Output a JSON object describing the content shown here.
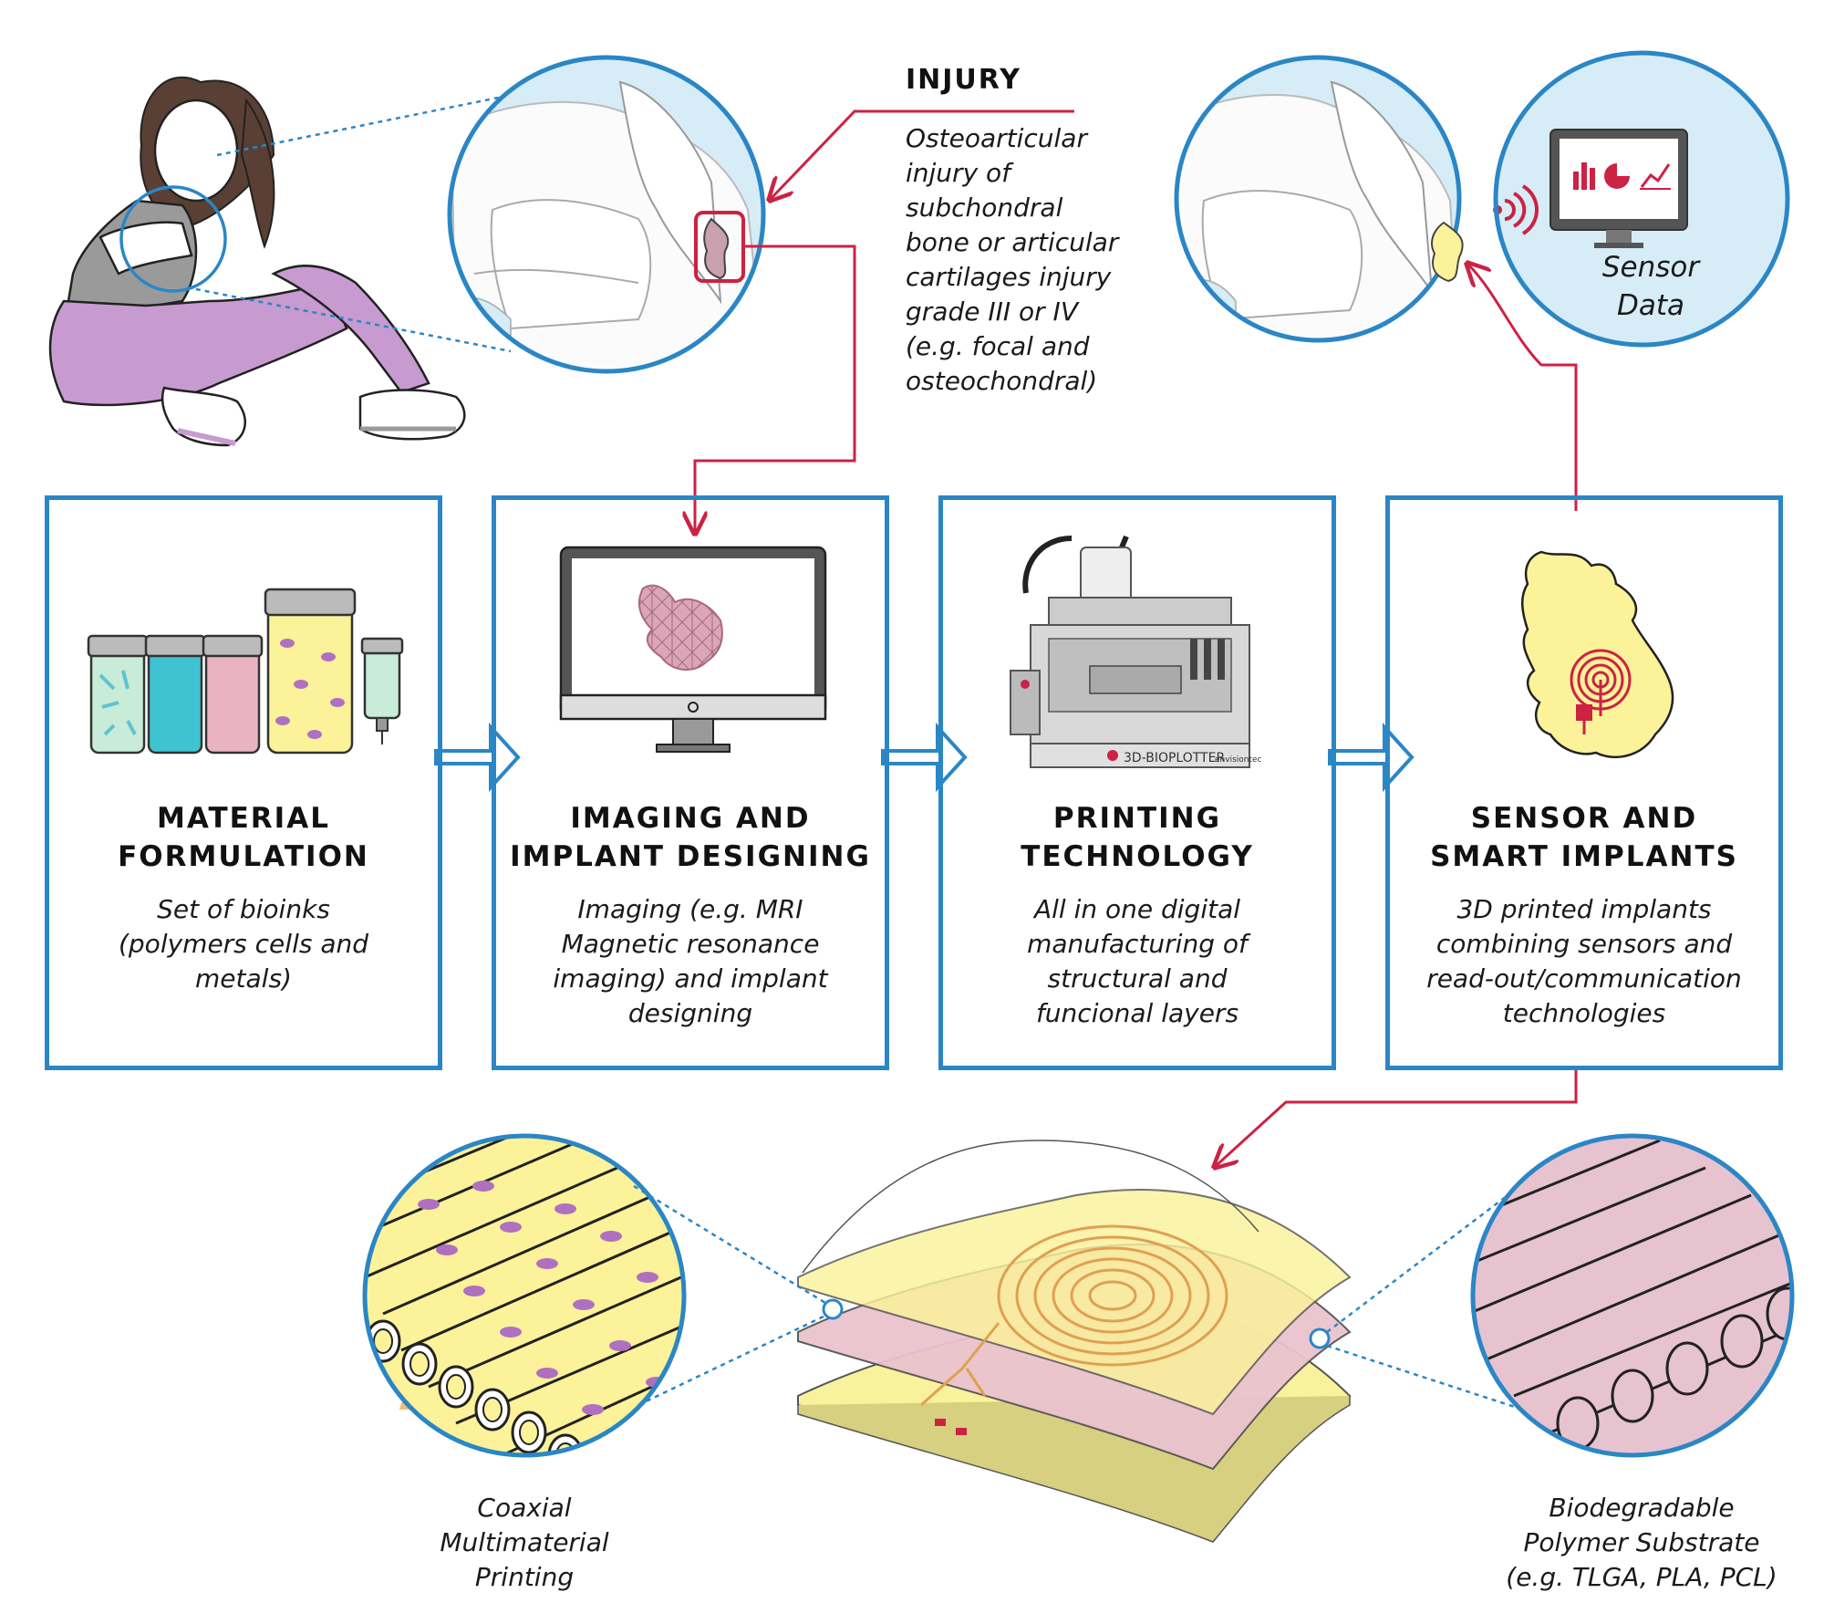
{
  "injury": {
    "title": "INJURY",
    "description_lines": [
      "Osteoarticular",
      "injury of",
      "subchondral",
      "bone or articular",
      "cartilages injury",
      "grade III or IV",
      "(e.g. focal and",
      "osteochondral)"
    ]
  },
  "sensor_data": {
    "label_lines": [
      "Sensor",
      "Data"
    ]
  },
  "steps": [
    {
      "title_lines": [
        "MATERIAL",
        "FORMULATION"
      ],
      "description_lines": [
        "Set of bioinks",
        "(polymers cells and",
        "metals)"
      ]
    },
    {
      "title_lines": [
        "IMAGING AND",
        "IMPLANT DESIGNING"
      ],
      "description_lines": [
        "Imaging (e.g. MRI",
        "Magnetic resonance",
        "imaging) and implant",
        "designing"
      ]
    },
    {
      "title_lines": [
        "PRINTING",
        "TECHNOLOGY"
      ],
      "description_lines": [
        "All in one digital",
        "manufacturing of",
        "structural and",
        "funcional layers"
      ]
    },
    {
      "title_lines": [
        "SENSOR AND",
        "SMART IMPLANTS"
      ],
      "description_lines": [
        "3D printed implants",
        "combining sensors and",
        "read-out/communication",
        "technologies"
      ]
    }
  ],
  "printer": {
    "brand_label": "3D-BIOPLOTTER",
    "maker_label": "envisiontec"
  },
  "bottom": {
    "left_label_lines": [
      "Coaxial",
      "Multimaterial",
      "Printing"
    ],
    "right_label_lines": [
      "Biodegradable",
      "Polymer Substrate",
      "(e.g. TLGA, PLA, PCL)"
    ]
  },
  "colors": {
    "blue": "#2b86c5",
    "light_blue": "#d6ecf6",
    "crimson": "#cc2244",
    "yellow": "#fbf29a",
    "pink": "#e9c3cf",
    "purple": "#c79bd0"
  }
}
